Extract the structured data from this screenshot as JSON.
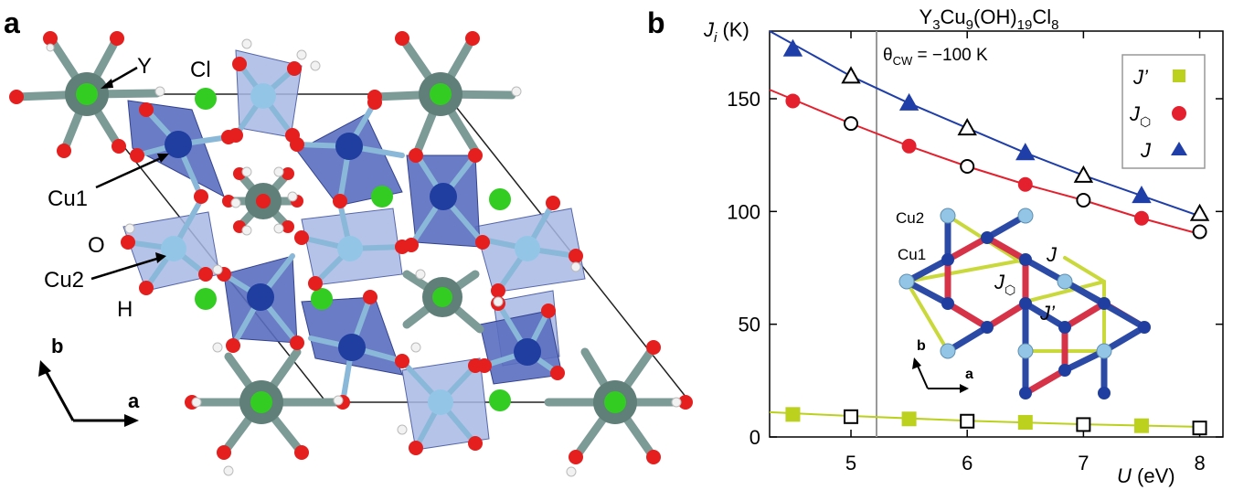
{
  "panel_a": {
    "label": "a",
    "atom_labels": {
      "y": "Y",
      "cl": "Cl",
      "cu1": "Cu1",
      "o": "O",
      "cu2": "Cu2",
      "h": "H"
    },
    "axes": {
      "b": "b",
      "a": "a"
    },
    "colors": {
      "y_atom": "#5f7f78",
      "cl_atom": "#33cc22",
      "cu1_atom": "#1f3ea0",
      "cu2_atom": "#93c6e6",
      "o_atom": "#e51e1e",
      "h_atom": "#f2f2f2",
      "polyhedron_dark": "#5a6ec0",
      "polyhedron_light": "#a9b8e4",
      "bond_gray": "#7d9b96"
    }
  },
  "panel_b": {
    "label": "b",
    "title_parts": {
      "t1": "Y",
      "t2": "3",
      "t3": "Cu",
      "t4": "9",
      "t5": "(OH)",
      "t6": "19",
      "t7": "Cl",
      "t8": "8"
    },
    "ylabel": {
      "symbol": "J",
      "sub": "i",
      "unit": " (K)"
    },
    "xlabel": {
      "symbol": "U",
      "unit": " (eV)"
    },
    "annotation": {
      "theta": "θ",
      "sub": "CW",
      "value": " = −100 K"
    },
    "vertical_line_x": 5.22,
    "legend": [
      {
        "sym": "J",
        "sub": "",
        "prime": "’",
        "marker": "square",
        "color": "#bcd01e"
      },
      {
        "sym": "J",
        "sub": "⬡",
        "prime": "",
        "marker": "circle",
        "color": "#e4202e"
      },
      {
        "sym": "J",
        "sub": "",
        "prime": "",
        "marker": "triangle",
        "color": "#1f3ea8"
      }
    ],
    "inset": {
      "labels": {
        "cu2": "Cu2",
        "cu1": "Cu1",
        "j": "J",
        "jhex": "J",
        "jhex_sub": "⬡",
        "jprime": "J’"
      },
      "axes": {
        "b": "b",
        "a": "a"
      },
      "colors": {
        "blue": "#2b4aa6",
        "red": "#d63348",
        "yellow": "#c9d83a",
        "cu1": "#1f3ea0",
        "cu2": "#93c6e6"
      }
    }
  },
  "chart_data": {
    "type": "scatter",
    "title": "Y3Cu9(OH)19Cl8",
    "xlabel": "U (eV)",
    "ylabel": "Ji (K)",
    "xlim": [
      4.3,
      8.2
    ],
    "ylim": [
      0,
      180
    ],
    "xticks": [
      5,
      6,
      7,
      8
    ],
    "yticks": [
      0,
      50,
      100,
      150
    ],
    "grid": false,
    "legend_position": "top-right",
    "series": [
      {
        "name": "J",
        "filled": {
          "x": [
            4.5,
            5.5,
            6.5,
            7.5
          ],
          "y": [
            172,
            148,
            126,
            107
          ]
        },
        "open": {
          "x": [
            5,
            6,
            7,
            8
          ],
          "y": [
            160,
            137,
            116,
            99
          ]
        },
        "fit": {
          "x": [
            4.3,
            5,
            5.5,
            6,
            6.5,
            7,
            7.5,
            8
          ],
          "y": [
            180,
            160,
            148,
            137,
            126,
            116,
            107,
            98
          ]
        }
      },
      {
        "name": "J⬡",
        "filled": {
          "x": [
            4.5,
            5.5,
            6.5,
            7.5
          ],
          "y": [
            149,
            129,
            112,
            97
          ]
        },
        "open": {
          "x": [
            5,
            6,
            7,
            8
          ],
          "y": [
            139,
            120,
            105,
            91
          ]
        },
        "fit": {
          "x": [
            4.3,
            5,
            5.5,
            6,
            6.5,
            7,
            7.5,
            8
          ],
          "y": [
            154,
            139,
            129,
            120,
            112,
            105,
            97,
            90
          ]
        }
      },
      {
        "name": "J’",
        "filled": {
          "x": [
            4.5,
            5.5,
            6.5,
            7.5
          ],
          "y": [
            10,
            8,
            6.5,
            5
          ]
        },
        "open": {
          "x": [
            5,
            6,
            7,
            8
          ],
          "y": [
            9,
            7,
            5.5,
            4
          ]
        },
        "fit": {
          "x": [
            4.3,
            5,
            6,
            7,
            8
          ],
          "y": [
            11,
            9.3,
            7.2,
            5.6,
            4.5
          ]
        }
      }
    ]
  }
}
